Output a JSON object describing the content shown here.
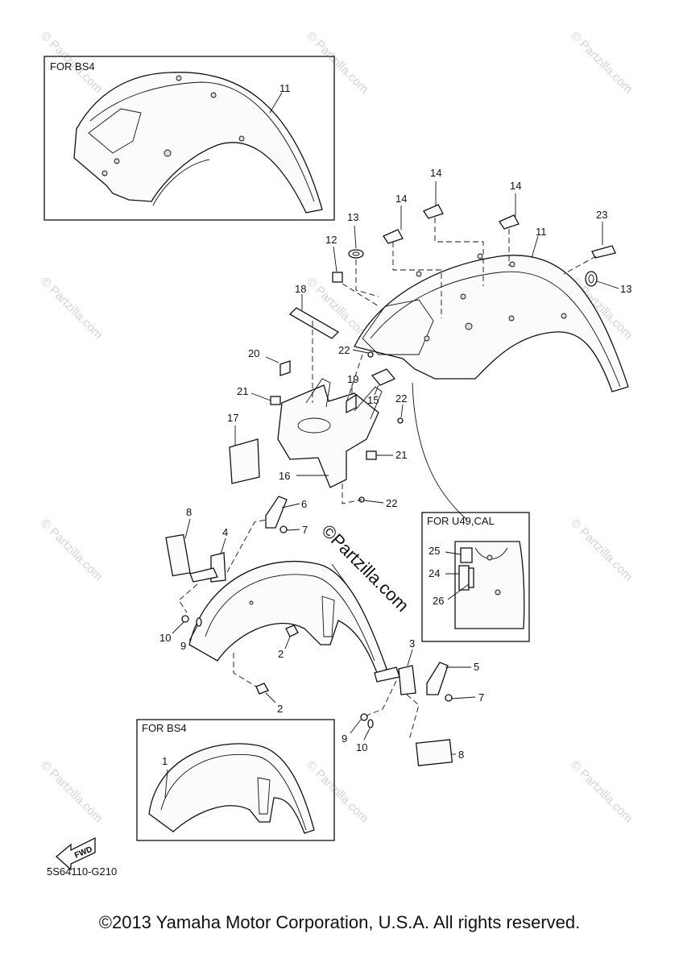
{
  "diagram": {
    "code": "5S64110-G210",
    "copyright": "©2013 Yamaha Motor Corporation, U.S.A. All rights reserved.",
    "fwd_label": "FWD",
    "watermark": "© Partzilla.com",
    "center_watermark": "©Partzilla.com"
  },
  "insets": {
    "top": "FOR BS4",
    "bottom": "FOR BS4",
    "california": "FOR U49,CAL"
  },
  "callouts": {
    "n1": "1",
    "n2a": "2",
    "n2b": "2",
    "n3": "3",
    "n4": "4",
    "n5": "5",
    "n6": "6",
    "n7": "7",
    "n8a": "8",
    "n8b": "8",
    "n9a": "9",
    "n9b": "9",
    "n10a": "10",
    "n10b": "10",
    "n11a": "11",
    "n11b": "11",
    "n12": "12",
    "n13a": "13",
    "n13b": "13",
    "n14a": "14",
    "n14b": "14",
    "n14c": "14",
    "n15": "15",
    "n16": "16",
    "n17": "17",
    "n18": "18",
    "n19": "19",
    "n20": "20",
    "n21a": "21",
    "n21b": "21",
    "n22a": "22",
    "n22b": "22",
    "n22c": "22",
    "n23": "23",
    "n24": "24",
    "n25": "25",
    "n26": "26"
  }
}
